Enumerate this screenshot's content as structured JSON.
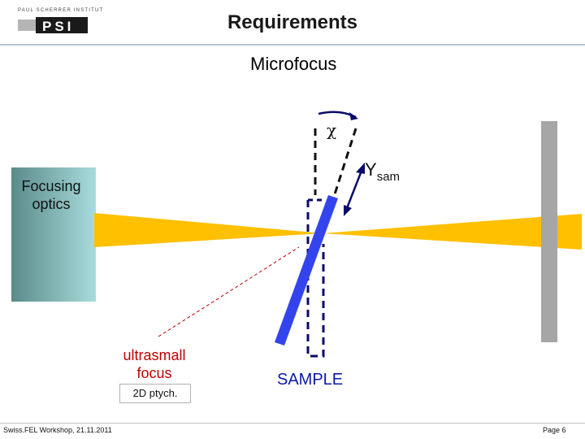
{
  "header": {
    "logo_institute": "PAUL SCHERRER INSTITUT",
    "logo_mark": "PSI",
    "title": "Requirements"
  },
  "slide": {
    "subtitle": "Microfocus"
  },
  "diagram": {
    "focusing_optics": [
      "Focusing",
      "optics"
    ],
    "chi_symbol": "χ",
    "ysam_main": "Y",
    "ysam_sub": "sam",
    "ultrasmall": [
      "ultrasmall",
      "focus"
    ],
    "ptych": "2D ptych.",
    "sample": "SAMPLE",
    "colors": {
      "beam": "#ffc000",
      "sample": "#3344ee",
      "detector": "#a6a6a6",
      "optics_light": "#a8dcdc",
      "optics_dark": "#5b8a8a",
      "accent_red": "#c00000",
      "dashed": "#0a0a6a"
    }
  },
  "footer": {
    "left": "Swiss.FEL Workshop, 21.11.2011",
    "right": "Page 6"
  }
}
